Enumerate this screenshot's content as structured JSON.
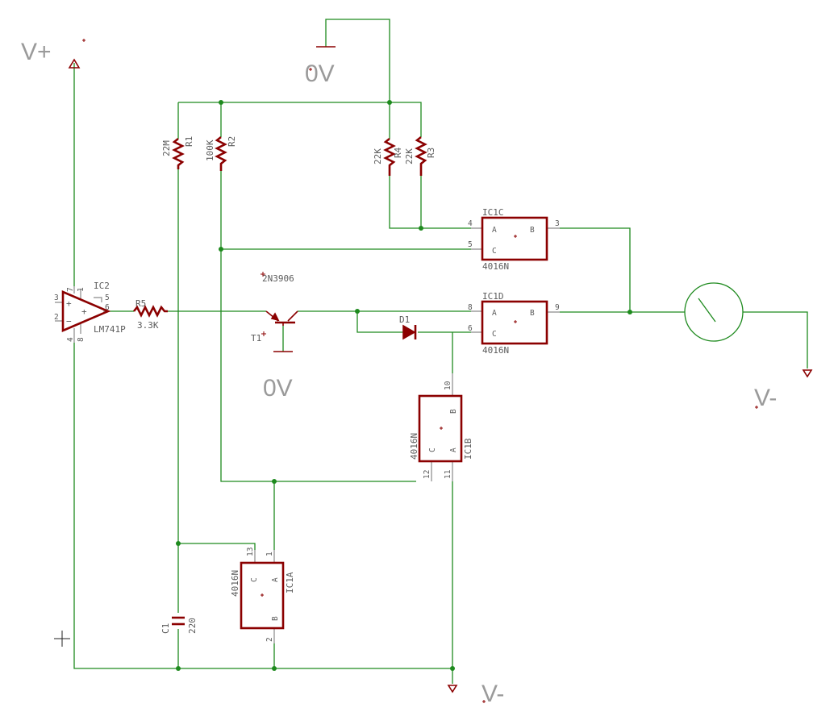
{
  "supplies": {
    "vplus": "V+",
    "vminus_right": "V-",
    "vminus_bottom": "V-",
    "zero_top": "0V",
    "zero_transistor": "0V"
  },
  "resistors": {
    "r1": {
      "name": "R1",
      "value": "22M"
    },
    "r2": {
      "name": "R2",
      "value": "100K"
    },
    "r3": {
      "name": "R3",
      "value": "22K"
    },
    "r4": {
      "name": "R4",
      "value": "22K"
    },
    "r5": {
      "name": "R5",
      "value": "3.3K"
    }
  },
  "capacitor": {
    "name": "C1",
    "value": "220"
  },
  "diode": {
    "name": "D1"
  },
  "transistor": {
    "name": "T1",
    "value": "2N3906"
  },
  "opamp": {
    "name": "IC2",
    "value": "LM741P",
    "pins": {
      "p1": "1",
      "p2": "2",
      "p3": "3",
      "p4": "4",
      "p5": "5",
      "p6": "6",
      "p7": "7",
      "p8": "8"
    }
  },
  "switches": {
    "ic1c": {
      "name": "IC1C",
      "value": "4016N",
      "a": "A",
      "b": "B",
      "c": "C",
      "pin_a": "4",
      "pin_c": "5",
      "pin_b": "3"
    },
    "ic1d": {
      "name": "IC1D",
      "value": "4016N",
      "a": "A",
      "b": "B",
      "c": "C",
      "pin_a": "8",
      "pin_c": "6",
      "pin_b": "9"
    },
    "ic1b": {
      "name": "IC1B",
      "value": "4016N",
      "a": "A",
      "b": "B",
      "c": "C",
      "pin_b": "10",
      "pin_c": "12",
      "pin_a": "11"
    },
    "ic1a": {
      "name": "IC1A",
      "value": "4016N",
      "a": "A",
      "b": "B",
      "c": "C",
      "pin_c": "13",
      "pin_a": "1",
      "pin_b": "2"
    }
  }
}
